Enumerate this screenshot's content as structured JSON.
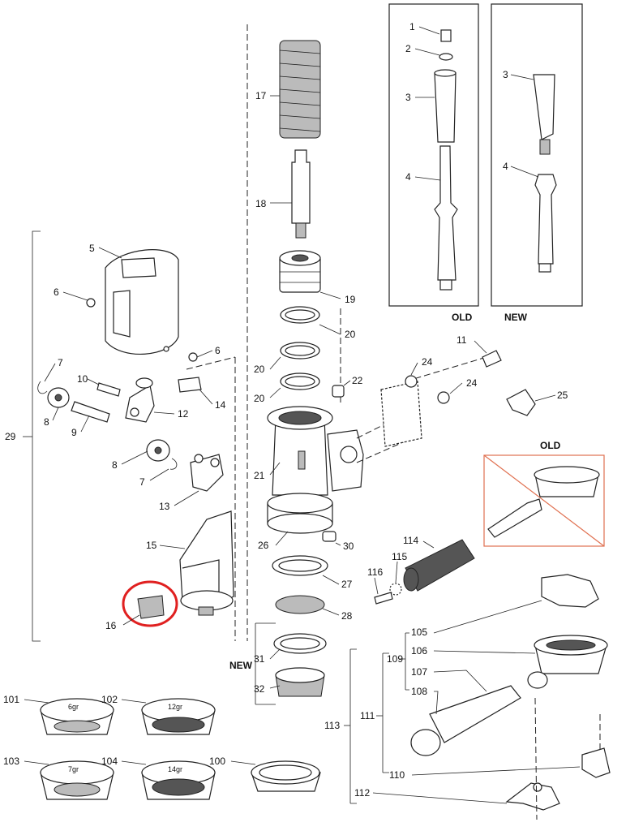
{
  "headers": {
    "old": "OLD",
    "new": "NEW"
  },
  "old_box_label": "OLD",
  "new_bracket_label": "NEW",
  "filter_sizes": {
    "b101": "6gr",
    "b102": "12gr",
    "b103": "7gr",
    "b104": "14gr"
  },
  "labels": {
    "n1": "1",
    "n2": "2",
    "n3a": "3",
    "n3b": "3",
    "n4a": "4",
    "n4b": "4",
    "n5": "5",
    "n6a": "6",
    "n6b": "6",
    "n7a": "7",
    "n7b": "7",
    "n8a": "8",
    "n8b": "8",
    "n9": "9",
    "n10": "10",
    "n11": "11",
    "n12": "12",
    "n13": "13",
    "n14": "14",
    "n15": "15",
    "n16": "16",
    "n17": "17",
    "n18": "18",
    "n19": "19",
    "n20a": "20",
    "n20b": "20",
    "n20c": "20",
    "n21": "21",
    "n22": "22",
    "n24a": "24",
    "n24b": "24",
    "n25": "25",
    "n26": "26",
    "n27": "27",
    "n28": "28",
    "n29": "29",
    "n30": "30",
    "n31": "31",
    "n32": "32",
    "n100": "100",
    "n101": "101",
    "n102": "102",
    "n103": "103",
    "n104": "104",
    "n105": "105",
    "n106": "106",
    "n107": "107",
    "n108": "108",
    "n109": "109",
    "n110": "110",
    "n111": "111",
    "n112": "112",
    "n113": "113",
    "n114": "114",
    "n115": "115",
    "n116": "116"
  },
  "highlight": {
    "part": "16",
    "color": "#e02020"
  },
  "colors": {
    "old_box": "#e07050"
  }
}
